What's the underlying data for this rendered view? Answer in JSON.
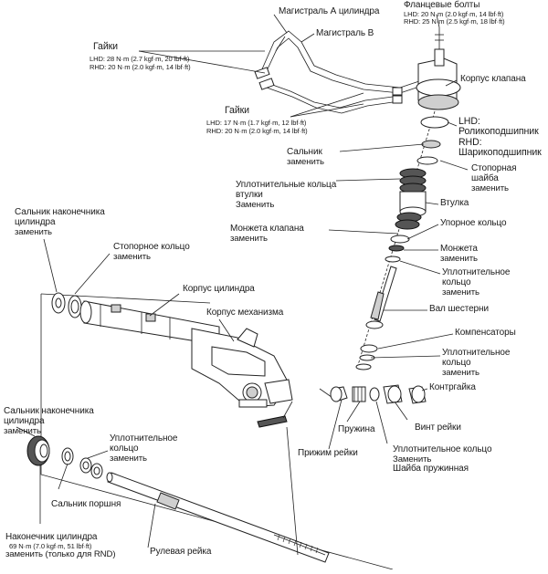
{
  "colors": {
    "ink": "#1a1a1a",
    "paper": "#ffffff"
  },
  "labels": {
    "line_a": "Магистраль А цилиндра",
    "line_b": "Магистраль В",
    "flange_bolts": {
      "title": "Фланцевые болты",
      "lhd": "LHD: 20 N·m (2.0 kgf·m, 14 lbf·ft)",
      "rhd": "RHD: 25 N·m (2.5 kgf·m, 18 lbf·ft)"
    },
    "nuts_1": {
      "title": "Гайки",
      "lhd": "LHD: 28 N·m (2.7 kgf·m, 20 lbf·ft)",
      "rhd": "RHD: 20 N·m (2.0 kgf·m, 14 lbf·ft)"
    },
    "nuts_2": {
      "title": "Гайки",
      "lhd": "LHD: 17 N·m (1.7 kgf·m, 12 lbf·ft)",
      "rhd": "RHD: 20 N·m (2.0 kgf·m, 14 lbf·ft)"
    },
    "valve_body": "Корпус клапана",
    "bearing": {
      "lhd": "LHD:",
      "lhd_val": "Роликоподшипник",
      "rhd": "RHD:",
      "rhd_val": "Шарикоподшипник"
    },
    "oil_seal": {
      "name": "Сальник",
      "note": "заменить"
    },
    "stop_washer": {
      "line1": "Стопорная",
      "line2": "шайба",
      "note": "заменить"
    },
    "sleeve_seal_rings": {
      "line1": "Уплотнительные кольца",
      "line2": "втулки",
      "note": "Заменить"
    },
    "sleeve": "Втулка",
    "valve_cuff": {
      "name": "Монжета клапана",
      "note": "заменить"
    },
    "thrust_ring": "Упорное кольцо",
    "cuff": {
      "name": "Монжета",
      "note": "заменить"
    },
    "seal_ring_1": {
      "line1": "Уплотнительное",
      "line2": "кольцо",
      "note": "заменить"
    },
    "pinion_shaft": "Вал шестерни",
    "compensators": "Компенсаторы",
    "seal_ring_2": {
      "line1": "Уплотнительное",
      "line2": "кольцо",
      "note": "заменить"
    },
    "cylinder_end_seal_1": {
      "line1": "Сальник наконечника",
      "line2": "цилиндра",
      "note": "заменить"
    },
    "retaining_ring": {
      "name": "Стопорное кольцо",
      "note": "заменить"
    },
    "cylinder_housing": "Корпус цилиндра",
    "gear_housing": "Корпус механизма",
    "locknut": "Контргайка",
    "rack_screw": "Винт рейки",
    "spring": "Пружина",
    "rack_guide": "Прижим рейки",
    "seal_ring_3": {
      "line1": "Уплотнительное кольцо",
      "note": "Заменить",
      "line3": "Шайба пружинная"
    },
    "cylinder_end_seal_2": {
      "line1": "Сальник наконечника",
      "line2": "цилиндра",
      "note": "заменить"
    },
    "seal_ring_4": {
      "line1": "Уплотнительное",
      "line2": "кольцо",
      "note": "заменить"
    },
    "piston_seal": "Сальник  поршня",
    "cylinder_end": {
      "title": "Наконечник цилиндра",
      "torque": "69 N·m (7.0 kgf·m, 51 lbf·ft)",
      "note": "заменить (только для RND)"
    },
    "steering_rack": "Рулевая рейка"
  }
}
